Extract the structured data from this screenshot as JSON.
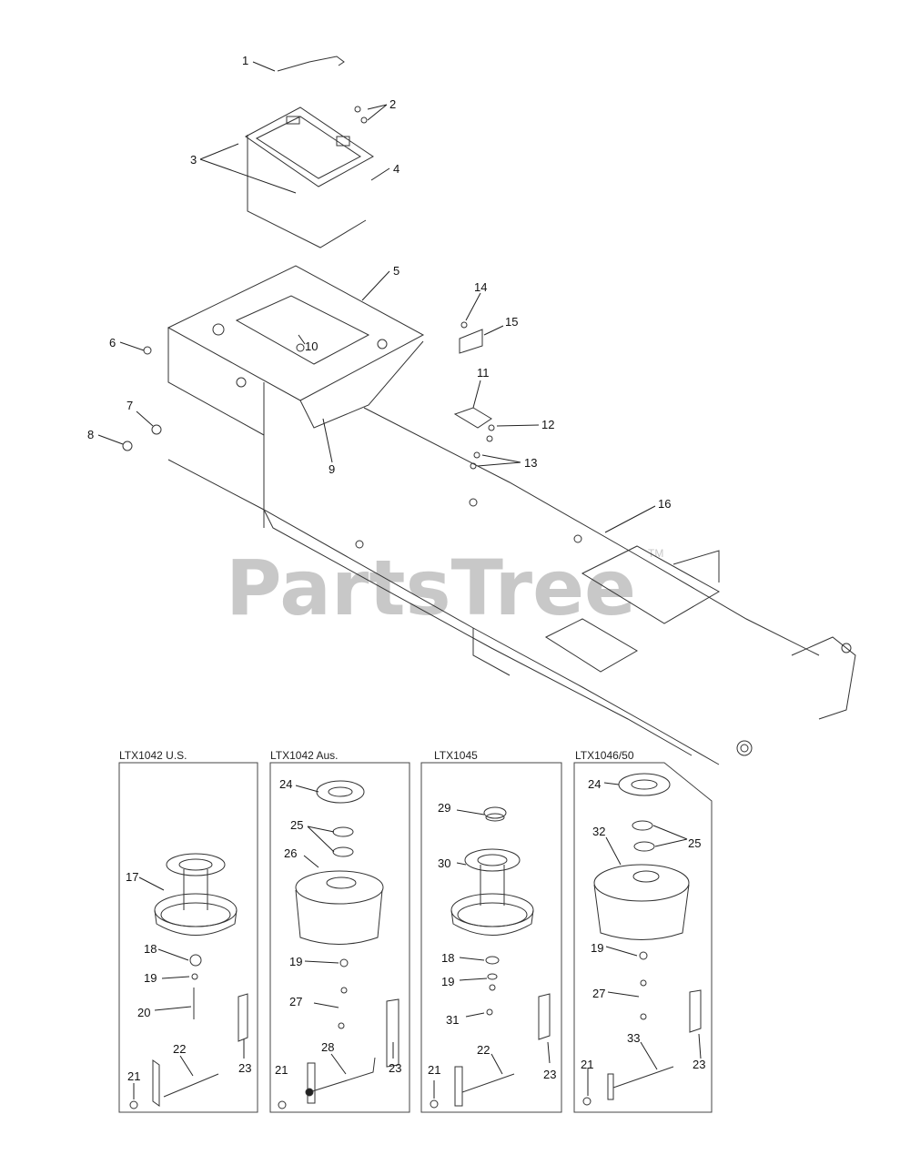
{
  "watermark": {
    "text": "PartsTree",
    "trademark": "TM"
  },
  "callouts": [
    "1",
    "2",
    "3",
    "4",
    "5",
    "6",
    "7",
    "8",
    "9",
    "10",
    "11",
    "12",
    "13",
    "14",
    "15",
    "16"
  ],
  "panels": [
    {
      "title": "LTX1042 U.S.",
      "callouts": [
        "17",
        "18",
        "19",
        "20",
        "21",
        "22",
        "23"
      ]
    },
    {
      "title": "LTX1042 Aus.",
      "callouts": [
        "24",
        "25",
        "26",
        "19",
        "27",
        "21",
        "28",
        "23"
      ]
    },
    {
      "title": "LTX1045",
      "callouts": [
        "29",
        "30",
        "18",
        "19",
        "31",
        "21",
        "22",
        "23"
      ]
    },
    {
      "title": "LTX1046/50",
      "callouts": [
        "24",
        "32",
        "25",
        "19",
        "27",
        "33",
        "21",
        "23"
      ]
    }
  ]
}
